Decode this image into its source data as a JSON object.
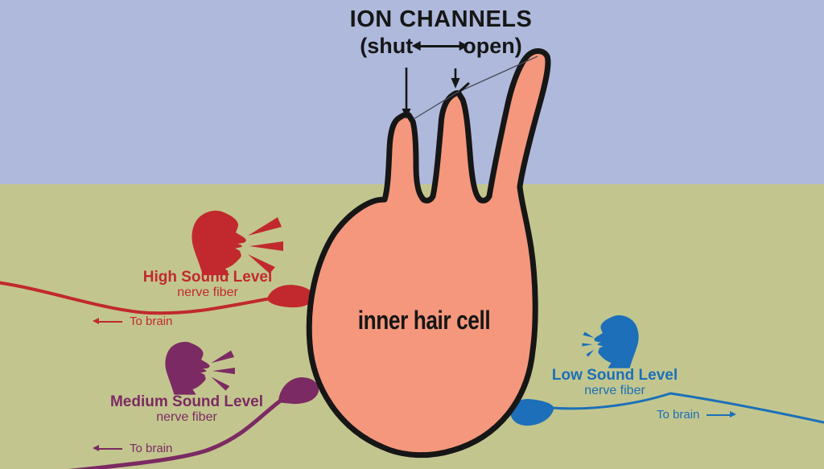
{
  "title": {
    "line1": "ION CHANNELS",
    "line2_left": "(shut",
    "line2_right": "open)"
  },
  "cell": {
    "label": "inner hair cell"
  },
  "fibers": {
    "high": {
      "label": "High Sound Level",
      "sublabel": "nerve fiber",
      "to_brain": "To brain",
      "direction": "left",
      "color": "#c1292e"
    },
    "medium": {
      "label": "Medium Sound Level",
      "sublabel": "nerve fiber",
      "to_brain": "To brain",
      "direction": "left",
      "color": "#7c2a63"
    },
    "low": {
      "label": "Low Sound Level",
      "sublabel": "nerve fiber",
      "to_brain": "To brain",
      "direction": "right",
      "color": "#1c6fb8"
    }
  },
  "colors": {
    "sky": "#aeb9dc",
    "ground": "#c2c68e",
    "cell_fill": "#f4977c",
    "outline": "#161616",
    "tip_link": "#4a4a58"
  }
}
